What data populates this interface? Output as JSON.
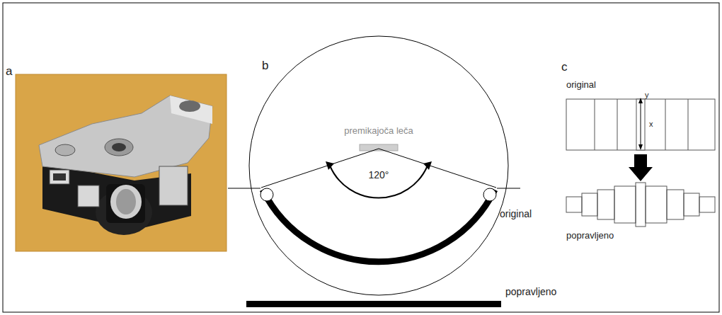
{
  "diagram": {
    "labels": [
      "a",
      "b",
      "c",
      "premikajoča leča",
      "120°",
      "original",
      "popravljeno",
      "original",
      "y",
      "x",
      "popravljeno"
    ]
  }
}
